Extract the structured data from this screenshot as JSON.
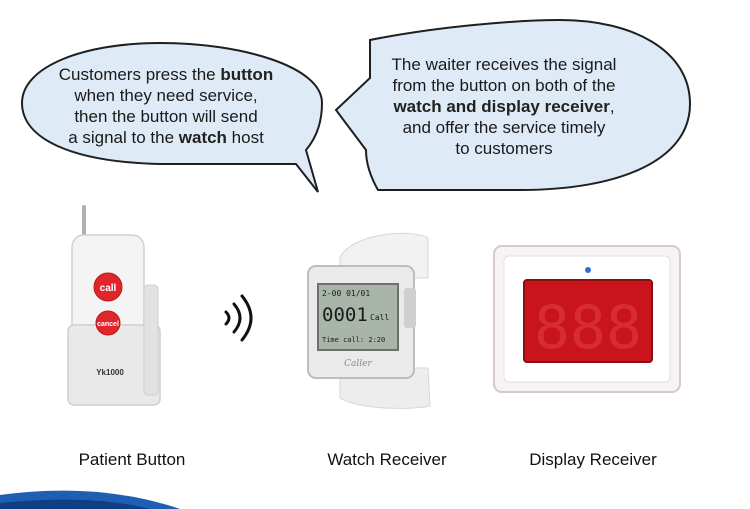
{
  "bubble_left": {
    "line1_pre": "Customers press the ",
    "line1_bold": "button",
    "line2": "when they need service,",
    "line3": "then the button will send",
    "line4_pre": "a signal to the ",
    "line4_bold": "watch",
    "line4_post": " host"
  },
  "bubble_right": {
    "line1": "The waiter receives the signal",
    "line2": "from the button on both of the",
    "line3_bold": "watch and display receiver",
    "line3_post": ",",
    "line4": "and offer the service timely",
    "line5": "to customers"
  },
  "patient_button": {
    "call_label": "call",
    "cancel_label": "cancel",
    "model_label": "Yk1000"
  },
  "watch_screen": {
    "line1": "2-00 01/01",
    "number": "0001",
    "suffix": "Call",
    "line3": "Time call: 2:20",
    "brand": "Caller"
  },
  "display_screen": {
    "digits": "888"
  },
  "captions": {
    "patient": "Patient Button",
    "watch": "Watch Receiver",
    "display": "Display Receiver"
  },
  "colors": {
    "bubble_fill": "#deebf7",
    "bubble_stroke": "#1f1f1f",
    "button_red": "#e0262b",
    "led_red": "#c8141a",
    "watch_screen": "#a9b5a8",
    "corner_blue": "#1e5fb4"
  }
}
